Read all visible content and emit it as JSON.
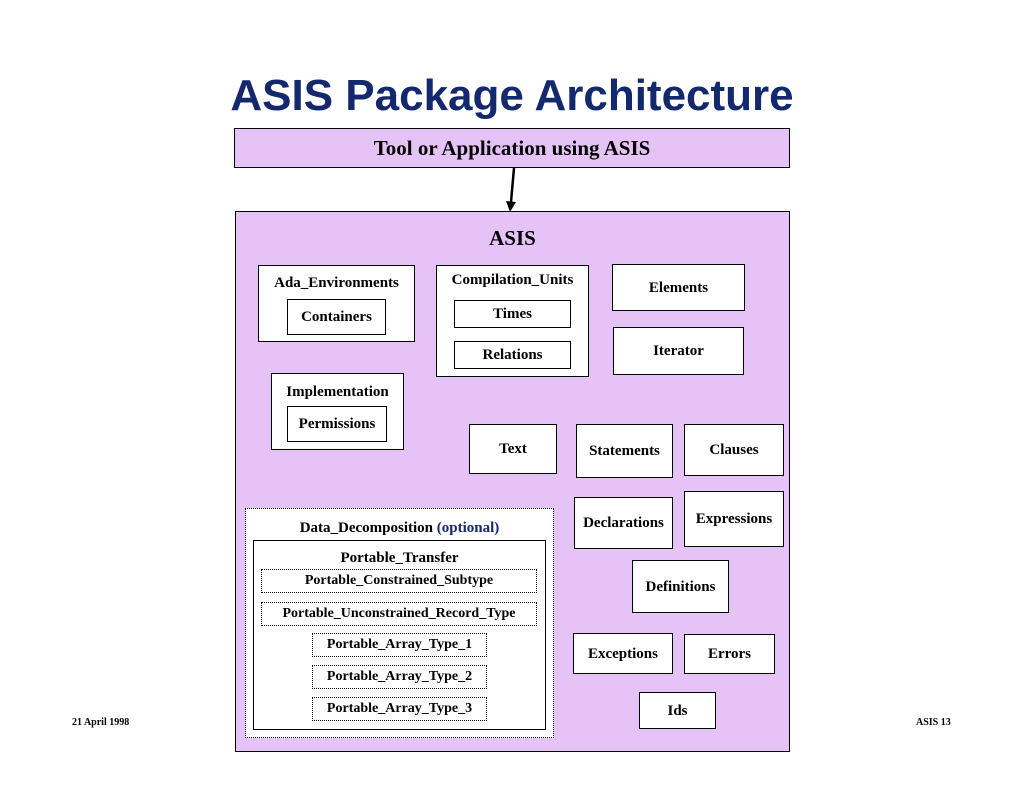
{
  "slide": {
    "title": "ASIS Package Architecture",
    "footer_left": "21 April 1998",
    "footer_right": "ASIS 13"
  },
  "diagram": {
    "tool_label": "Tool or Application using ASIS",
    "asis_label": "ASIS",
    "ada_environments": {
      "label": "Ada_Environments",
      "child": "Containers"
    },
    "compilation_units": {
      "label": "Compilation_Units",
      "children": [
        "Times",
        "Relations"
      ]
    },
    "elements": "Elements",
    "iterator": "Iterator",
    "implementation": {
      "label": "Implementation",
      "child": "Permissions"
    },
    "text": "Text",
    "statements": "Statements",
    "clauses": "Clauses",
    "declarations": "Declarations",
    "expressions": "Expressions",
    "definitions": "Definitions",
    "exceptions": "Exceptions",
    "errors": "Errors",
    "ids": "Ids",
    "data_decomposition": {
      "label": "Data_Decomposition",
      "optional": "(optional)",
      "portable_transfer": {
        "label": "Portable_Transfer",
        "children": [
          "Portable_Constrained_Subtype",
          "Portable_Unconstrained_Record_Type",
          "Portable_Array_Type_1",
          "Portable_Array_Type_2",
          "Portable_Array_Type_3"
        ]
      }
    },
    "colors": {
      "box_fill": "#e6c3f7",
      "title": "#14286e"
    }
  }
}
